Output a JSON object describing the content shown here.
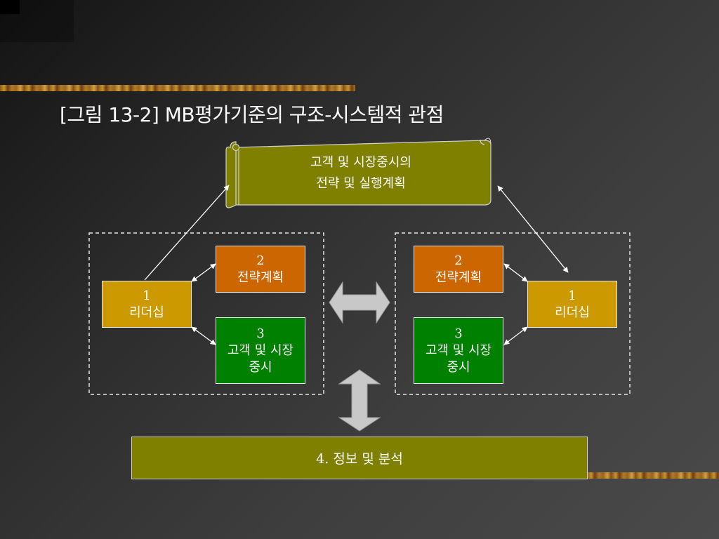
{
  "slide": {
    "title": "[그림 13-2] MB평가기준의 구조-시스템적 관점"
  },
  "scroll_box": {
    "line1": "고객 및 시장중시의",
    "line2": "전략 및 실행계획"
  },
  "left_group": {
    "strategy": {
      "number": "2",
      "label": "전략계획"
    },
    "customer": {
      "number": "3",
      "label_line1": "고객 및 시장",
      "label_line2": "중시"
    },
    "leadership": {
      "number": "1",
      "label": "리더십"
    }
  },
  "right_group": {
    "strategy": {
      "number": "2",
      "label": "전략계획"
    },
    "customer": {
      "number": "3",
      "label_line1": "고객 및 시장",
      "label_line2": "중시"
    },
    "leadership": {
      "number": "1",
      "label": "리더십"
    }
  },
  "info_box": {
    "label": "4. 정보 및 분석"
  },
  "colors": {
    "strategy": "#cc6600",
    "customer": "#008000",
    "leadership": "#cc9900",
    "olive": "#808000",
    "arrow_gray": "#c8c8c8"
  }
}
